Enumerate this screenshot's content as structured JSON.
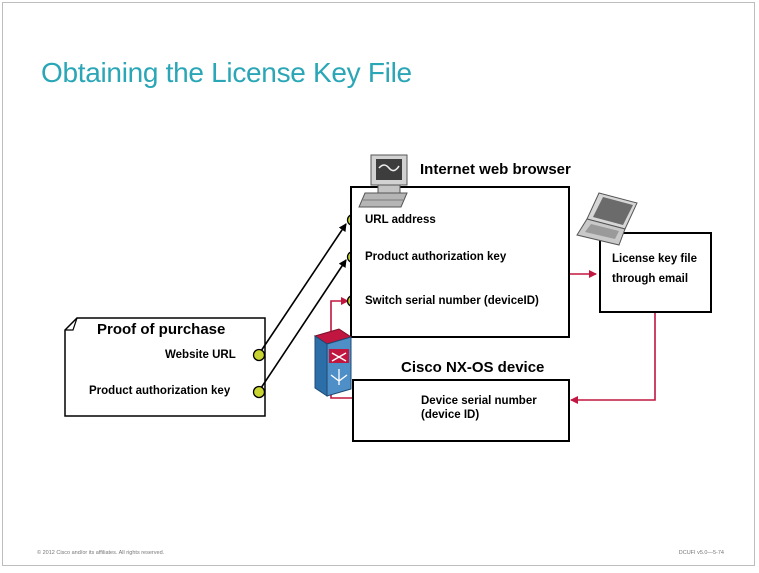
{
  "slide": {
    "title": "Obtaining the License Key File",
    "footer_left": "© 2012 Cisco and/or its affiliates. All rights reserved.",
    "footer_right": "DCUFI v5.0—5-74"
  },
  "proof_of_purchase": {
    "title": "Proof of purchase",
    "website_url": "Website URL",
    "product_authorization_key": "Product authorization key"
  },
  "browser": {
    "title": "Internet web browser",
    "url_address": "URL address",
    "product_authorization_key": "Product authorization key",
    "switch_serial": "Switch serial number (deviceID)"
  },
  "license": {
    "line1": "License key file",
    "line2": "through email"
  },
  "device": {
    "title": "Cisco NX-OS device",
    "line1": "Device serial number",
    "line2": "(device ID)"
  },
  "colors": {
    "title": "#2aa6b6",
    "connector_red": "#c0163f",
    "bullet": "#c8d432",
    "box_border": "#000000"
  },
  "icons": [
    "desktop-computer-icon",
    "laptop-icon",
    "nexus-switch-icon",
    "document-icon"
  ]
}
